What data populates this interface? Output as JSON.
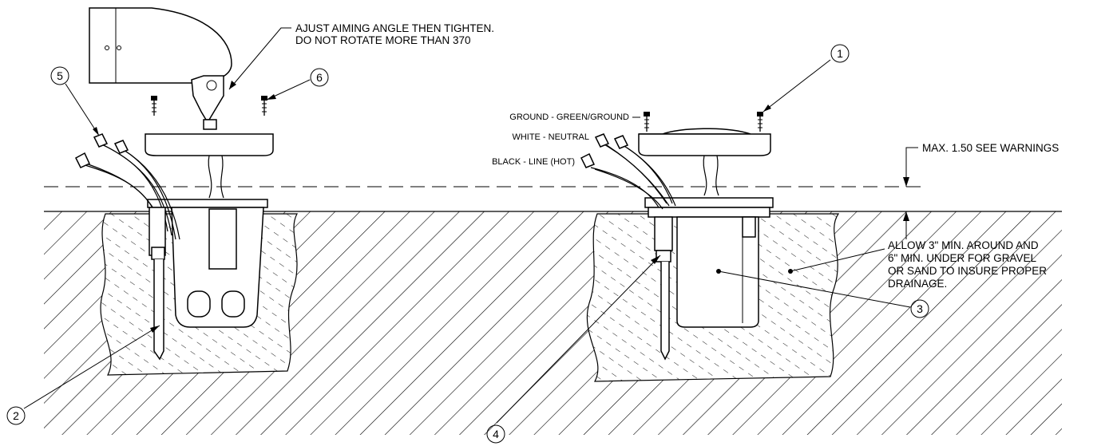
{
  "notes": {
    "aiming_line1": "AJUST AIMING ANGLE THEN TIGHTEN.",
    "aiming_line2": "DO NOT ROTATE MORE THAN 370",
    "max_height": "MAX.  1.50  SEE WARNINGS",
    "drainage_line1": "ALLOW 3\" MIN. AROUND AND",
    "drainage_line2": "6\" MIN. UNDER FOR GRAVEL",
    "drainage_line3": "OR SAND TO INSURE PROPER",
    "drainage_line4": "DRAINAGE."
  },
  "wires": {
    "ground": "GROUND - GREEN/GROUND",
    "neutral": "WHITE - NEUTRAL",
    "line": "BLACK - LINE (HOT)"
  },
  "callouts": [
    "1",
    "2",
    "3",
    "4",
    "5",
    "6"
  ]
}
